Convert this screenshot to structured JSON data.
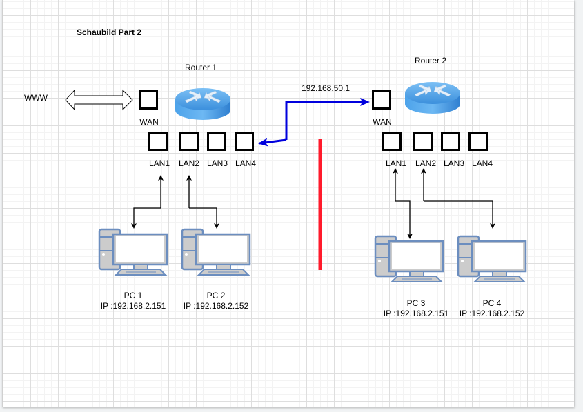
{
  "diagram": {
    "title": "Schaubild Part 2",
    "internet_label": "WWW",
    "link_label": "192.168.50.1",
    "colors": {
      "link": "#0000dd",
      "separator": "#ff1a2b",
      "device_outline": "#6c8ebf",
      "device_fill": "#cccccc",
      "router_blue": "#3d8fdc"
    },
    "routers": [
      {
        "name": "Router 1",
        "wan_label": "WAN",
        "lan_ports": [
          "LAN1",
          "LAN2",
          "LAN3",
          "LAN4"
        ]
      },
      {
        "name": "Router 2",
        "wan_label": "WAN",
        "lan_ports": [
          "LAN1",
          "LAN2",
          "LAN3",
          "LAN4"
        ]
      }
    ],
    "pcs": [
      {
        "name": "PC 1",
        "ip": "IP :192.168.2.151",
        "router": "Router 1",
        "port": "LAN1"
      },
      {
        "name": "PC 2",
        "ip": "IP :192.168.2.152",
        "router": "Router 1",
        "port": "LAN2"
      },
      {
        "name": "PC 3",
        "ip": "IP :192.168.2.151",
        "router": "Router 2",
        "port": "LAN1"
      },
      {
        "name": "PC 4",
        "ip": "IP :192.168.2.152",
        "router": "Router 2",
        "port": "LAN2"
      }
    ],
    "connections": [
      {
        "from": "WWW",
        "to": "Router 1 WAN",
        "style": "bidirectional-block-arrow"
      },
      {
        "from": "Router 1 LAN4",
        "to": "Router 2 WAN",
        "style": "blue-arrow",
        "label": "192.168.50.1"
      },
      {
        "from": "Router 1 LAN1",
        "to": "PC 1",
        "style": "bidirectional"
      },
      {
        "from": "Router 1 LAN2",
        "to": "PC 2",
        "style": "bidirectional"
      },
      {
        "from": "Router 2 LAN1",
        "to": "PC 3",
        "style": "bidirectional"
      },
      {
        "from": "Router 2 LAN2",
        "to": "PC 4",
        "style": "bidirectional"
      }
    ]
  }
}
